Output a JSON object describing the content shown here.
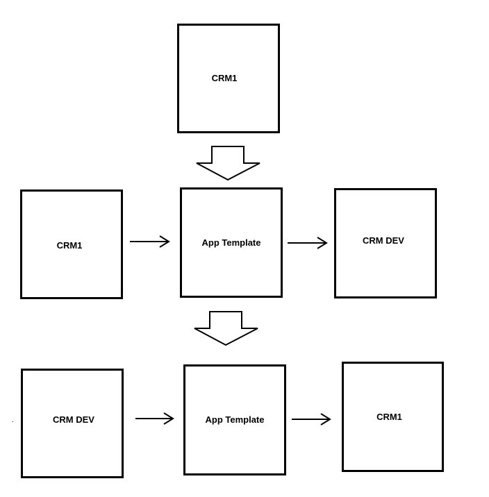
{
  "diagram": {
    "row1": {
      "top_box": "CRM1"
    },
    "row2": {
      "left_box": "CRM1",
      "center_box": "App Template",
      "right_box": "CRM DEV"
    },
    "row3": {
      "left_box": "CRM DEV",
      "center_box": "App Template",
      "right_box": "CRM1"
    },
    "colors": {
      "stroke": "#000000",
      "background": "#ffffff"
    }
  }
}
